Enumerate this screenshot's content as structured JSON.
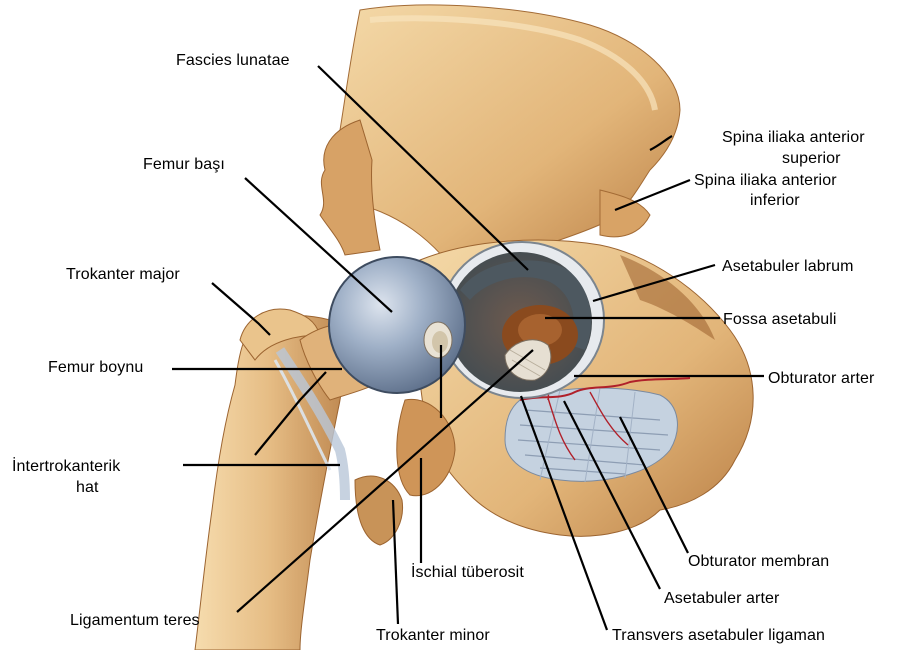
{
  "diagram": {
    "labels": {
      "fascies_lunatae": "Fascies lunatae",
      "femur_basi": "Femur başı",
      "trokanter_major": "Trokanter major",
      "femur_boynu": "Femur boynu",
      "intertrokanterik_1": "İntertrokanterik",
      "intertrokanterik_2": "hat",
      "ligamentum_teres": "Ligamentum teres",
      "trokanter_minor": "Trokanter minor",
      "ischial_tuberosit": "İschial tüberosit",
      "spina_sup_1": "Spina iliaka anterior",
      "spina_sup_2": "superior",
      "spina_inf_1": "Spina iliaka anterior",
      "spina_inf_2": "inferior",
      "asetabuler_labrum": "Asetabuler labrum",
      "fossa_asetabuli": "Fossa asetabuli",
      "obturator_arter": "Obturator arter",
      "obturator_membran": "Obturator membran",
      "asetabuler_arter": "Asetabuler arter",
      "transvers_ligaman": "Transvers asetabuler ligaman"
    },
    "colors": {
      "bone": "#e9c08a",
      "bone_shadow": "#c98d4f",
      "bone_dark": "#8e5a2c",
      "femur_head": "#8ea0b8",
      "femur_head_light": "#c9d3e0",
      "socket": "#5b6a72",
      "fossa": "#8a4a1e",
      "membrane": "#b9c7d8",
      "artery": "#b0202a",
      "leader": "#000000"
    }
  }
}
